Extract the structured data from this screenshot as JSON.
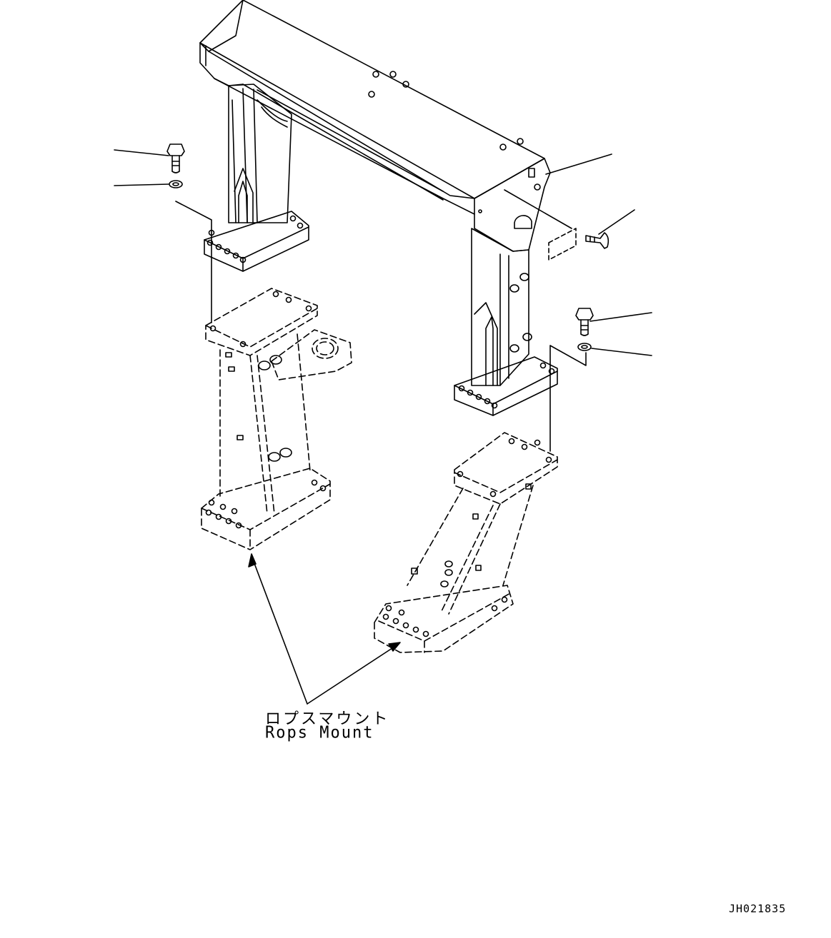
{
  "callout": {
    "label_jp": "ロプスマウント",
    "label_en": "Rops Mount"
  },
  "drawing_number": "JH021835",
  "colors": {
    "line": "#000000",
    "background": "#ffffff"
  }
}
